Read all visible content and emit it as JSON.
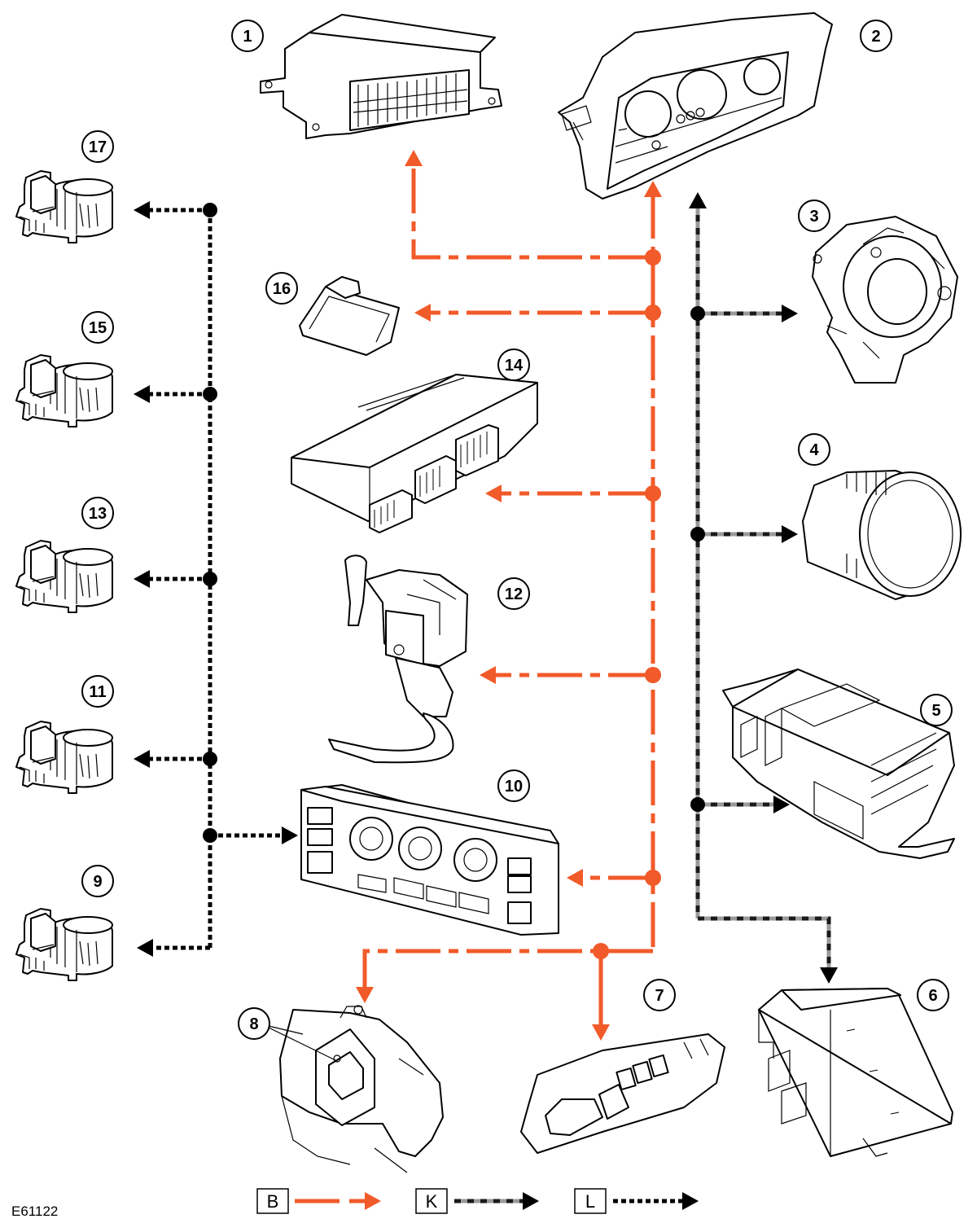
{
  "figure_id": "E61122",
  "colors": {
    "bus_b": "#f15a29",
    "bus_k_dark": "#1a1a1a",
    "bus_k_light": "#9a9a9a",
    "bus_l": "#000000"
  },
  "callouts": [
    "1",
    "2",
    "3",
    "4",
    "5",
    "6",
    "7",
    "8",
    "9",
    "10",
    "11",
    "12",
    "13",
    "14",
    "15",
    "16",
    "17"
  ],
  "legend": [
    {
      "label": "B",
      "style": "solid-orange-arrow"
    },
    {
      "label": "K",
      "style": "dashed-black-grey-arrow"
    },
    {
      "label": "L",
      "style": "dotted-black-arrow"
    }
  ]
}
